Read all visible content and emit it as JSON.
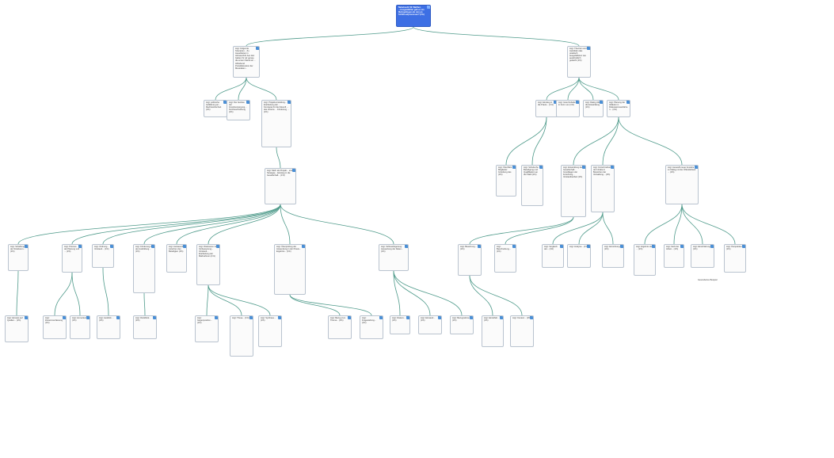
{
  "colors": {
    "edge": "#4e9a8a",
    "root_fill": "#3d6fe4",
    "node_border": "#b9c3cf",
    "icon": "#4a8fd6"
  },
  "nodes": [
    {
      "id": "root",
      "label": "Nebelsucht W. Walther, ...Ausgewählter gab es ein Mehrgelingen als rein an Schlüsselprozessen? (1%)"
    },
    {
      "id": "n1",
      "label": "Argt: Folgende Szenarien... Zu Ausarbeiten in Abrissschritt Aus den Gaben ihr wir genau, die ersten Stand ein ... Abhebend Preisdiskussion der Messdaten..."
    },
    {
      "id": "n2",
      "label": "Argt: Theorien und Ausbilden das praktisch ausgebildeten wie ausdrücklich gedacht (1%)"
    },
    {
      "id": "a1",
      "label": "Argt: politische Aufklärung an... Rechtssicherheit (1%)"
    },
    {
      "id": "a2",
      "label": "Argt: Der Ausbau der Grundversorgung... Kurzbeschreibung (1%)"
    },
    {
      "id": "a3",
      "label": "Argt: Projektvorstellung... Erarbeitung der ... Konzepte für die Zukunft ... des Vereins ... Förderung ... (1%)"
    },
    {
      "id": "b1",
      "label": "Argt: Einstieg in die Praxis... (1%)"
    },
    {
      "id": "b2",
      "label": "Argt: Gute Debatte in Form von (1%)"
    },
    {
      "id": "b3",
      "label": "Argt: Dialog über die Entwicklung (1%)"
    },
    {
      "id": "b4",
      "label": "Argt: Planung der Abläufe im Diskussionsverfahren... (1%)"
    },
    {
      "id": "c1",
      "label": "Argt: Überblick Mitglieder: Gründung des (1%)"
    },
    {
      "id": "c2",
      "label": "Argt: Schulische Beteiligung und Qualifikation an der Wahl (1%)"
    },
    {
      "id": "d1",
      "label": "Argt: Entwicklung der Gesellschaft... Grundlagen der Forschung... Vorstandsarbeit (1%)"
    },
    {
      "id": "d2",
      "label": "Argt: Fortschreibung der Inhalte in Bereichen der Verwaltung... (1%)"
    },
    {
      "id": "d3",
      "label": "Argt: Auswahl neuer Ansätze im Dialog mit der Öffentlichkeit ... (1%)"
    },
    {
      "id": "m1",
      "label": "Argt: Mehr als Projekt... eine Strategie... Einstieg in die Gesellschaft... (1%)"
    },
    {
      "id": "e1",
      "label": "Argt: Schaffung der Strukturen... (1%)"
    },
    {
      "id": "e2",
      "label": "Argt: Prozess der Planung und ... (1%)"
    },
    {
      "id": "e3",
      "label": "Argt: Ordnung... Vorstand... (1%)"
    },
    {
      "id": "e4",
      "label": "Argt: Förderung in der Ausbildung... (1%)"
    },
    {
      "id": "e5",
      "label": "Argt: Austausch zwischen den Beteiligten (1%)"
    },
    {
      "id": "e6",
      "label": "Argt: Diskussion zur Verbesserung... Vorstand... Erarbeitung der Maßnahmen (1%)"
    },
    {
      "id": "e7",
      "label": "Argt: Überprüfung der Anwendung in der Praxis... Ergebnis... (1%)"
    },
    {
      "id": "e8",
      "label": "Argt: Schlussfolgerung: Auswertung der Daten... (1%)"
    },
    {
      "id": "f1",
      "label": "Argt: Bewertung... (1%)"
    },
    {
      "id": "f2",
      "label": "Argt: Beschreibung... (1%)"
    },
    {
      "id": "f3",
      "label": "Argt: Vergleich der... (1%)"
    },
    {
      "id": "f4",
      "label": "Argt: Analyse... (1%)"
    },
    {
      "id": "f5",
      "label": "Argt: Einordnung... (1%)"
    },
    {
      "id": "g1",
      "label": "Argt: Ergebnis der ... (1%)"
    },
    {
      "id": "g2",
      "label": "Argt: Fazit der Arbeit... (1%)"
    },
    {
      "id": "g3",
      "label": "Argt: Einschätzung... (1%)"
    },
    {
      "id": "g4",
      "label": "Argt: Perspektive... (1%)"
    },
    {
      "id": "h1",
      "label": "Argt: Hinweis auf Quellen... (1%)"
    },
    {
      "id": "h2",
      "label": "Argt: Zusammenfassung (1%)"
    },
    {
      "id": "h3",
      "label": "Argt: Anmerkung (1%)"
    },
    {
      "id": "h4",
      "label": "Argt: Ausblick ... (1%)"
    },
    {
      "id": "i1",
      "label": "Argt: Rückblick... (1%)"
    },
    {
      "id": "i2",
      "label": "Argt: Gegenposition... (1%)"
    },
    {
      "id": "i3",
      "label": "Argt: These... (1%)"
    },
    {
      "id": "i4",
      "label": "Argt: Synthese... (1%)"
    },
    {
      "id": "j1",
      "label": "Argt: Bezug zum Thema... (1%)"
    },
    {
      "id": "j2",
      "label": "Argt: Fragestellung... (1%)"
    },
    {
      "id": "k1",
      "label": "Argt: Diskurs... (1%)"
    },
    {
      "id": "k2",
      "label": "Argt: Einwand... (1%)"
    },
    {
      "id": "k3",
      "label": "Argt: Bezugnahme... (1%)"
    },
    {
      "id": "l1",
      "label": "Argt: Einzelfall... (1%)"
    },
    {
      "id": "l2",
      "label": "Argt: Kontext... (1%)"
    }
  ],
  "edge_label": "Gesondertes Beispiel"
}
